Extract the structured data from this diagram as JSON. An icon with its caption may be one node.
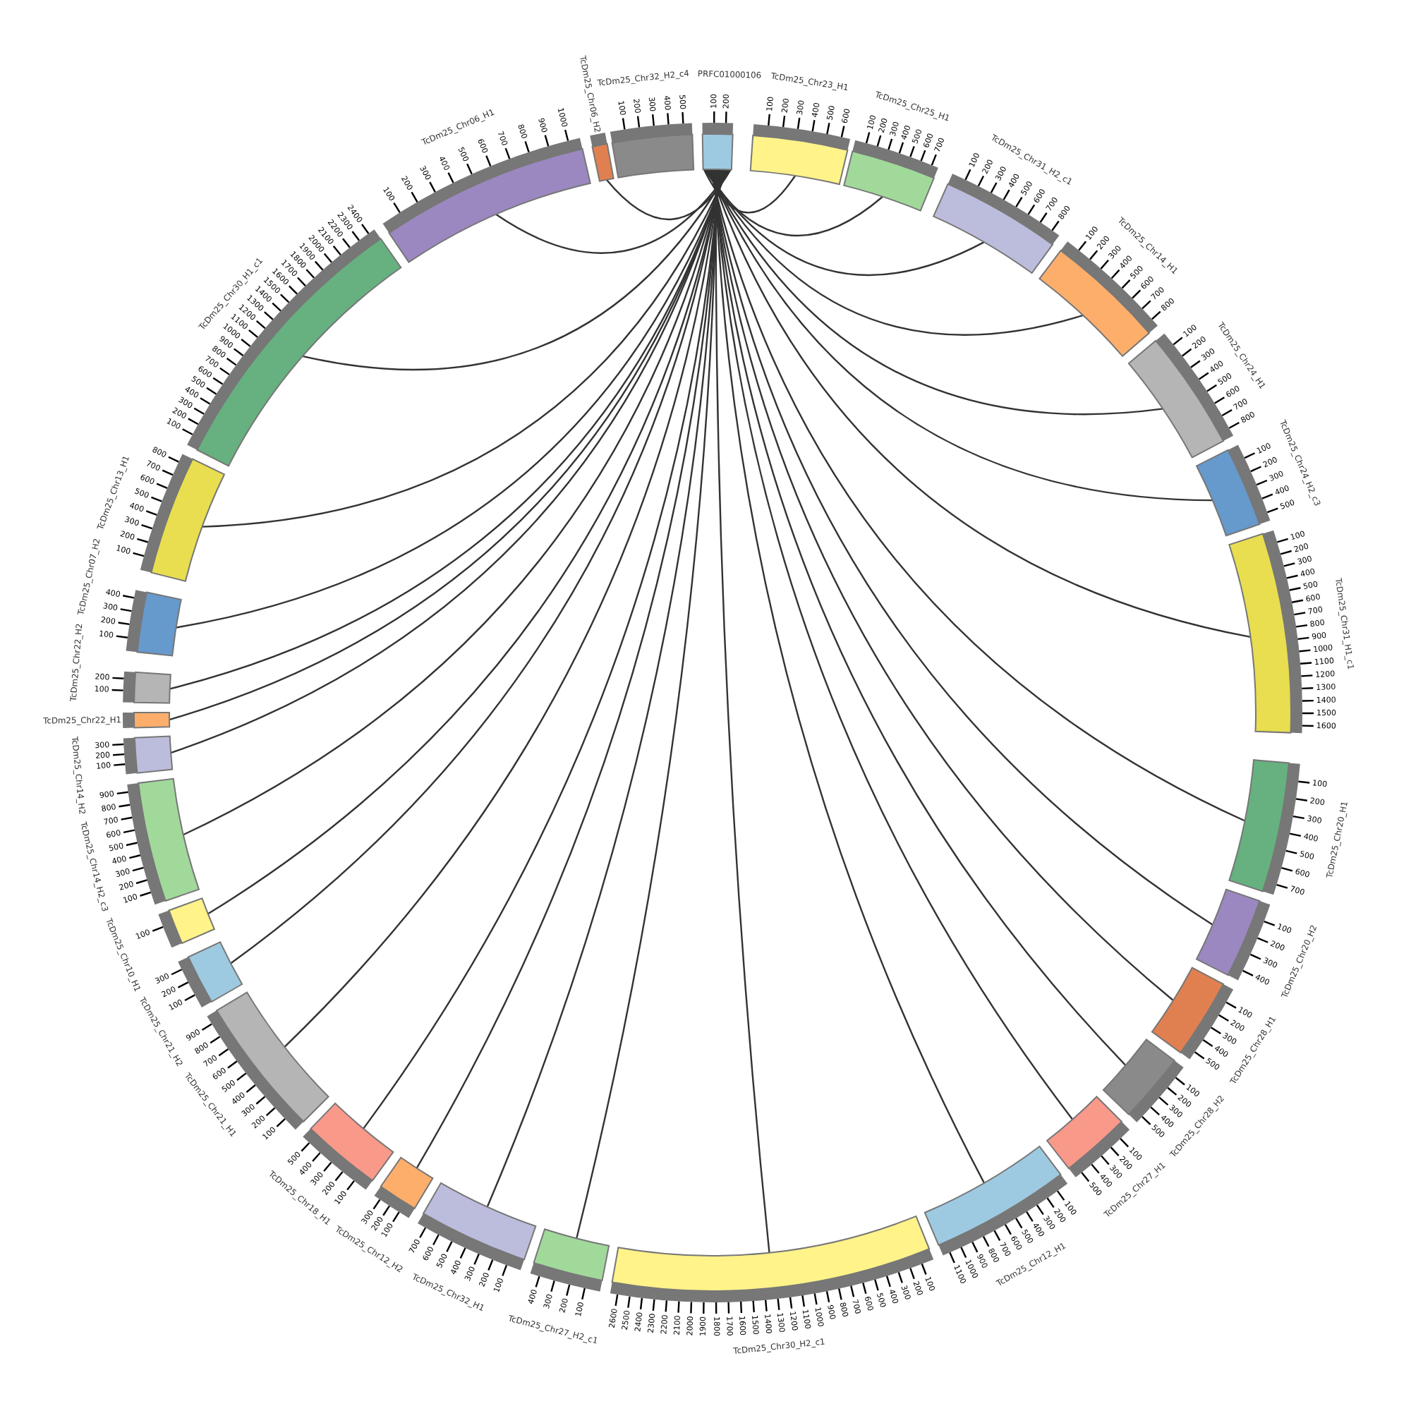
{
  "diagram": {
    "nodes": [
      {
        "text": [
          "PRFC01000106"
        ],
        "beside": [
          "100",
          "200"
        ]
      },
      {
        "text": [
          "TcDm25_Chr23_H1"
        ],
        "beside": [
          "100",
          "200",
          "300",
          "400",
          "500",
          "600"
        ]
      },
      {
        "text": [
          "TcDm25_Chr25_H1"
        ],
        "beside": [
          "100",
          "200",
          "300",
          "400",
          "500",
          "600",
          "700"
        ]
      },
      {
        "text": [
          "TcDm25_Chr31_H2_c1"
        ],
        "beside": [
          "100",
          "200",
          "300",
          "400",
          "500",
          "600",
          "700",
          "800"
        ]
      },
      {
        "text": [
          "TcDm25_Chr14_H1"
        ],
        "beside": [
          "100",
          "200",
          "300",
          "400",
          "500",
          "600",
          "700",
          "800"
        ]
      },
      {
        "text": [
          "TcDm25_Chr24_H1"
        ],
        "beside": [
          "100",
          "200",
          "300",
          "400",
          "500",
          "600",
          "700",
          "800"
        ]
      },
      {
        "text": [
          "TcDm25_Chr24_H2_c3"
        ],
        "beside": [
          "100",
          "200",
          "300",
          "400",
          "500"
        ]
      },
      {
        "text": [
          "TcDm25_Chr31_H1_c1"
        ],
        "beside": [
          "100",
          "200",
          "300",
          "400",
          "500",
          "600",
          "700",
          "800",
          "900",
          "1000",
          "1100",
          "1200",
          "1300",
          "1400",
          "1500",
          "1600"
        ]
      },
      {
        "text": [
          "TcDm25_Chr20_H1"
        ],
        "beside": [
          "100",
          "200",
          "300",
          "400",
          "500",
          "600",
          "700"
        ]
      },
      {
        "text": [
          "TcDm25_Chr20_H2"
        ],
        "beside": [
          "100",
          "200",
          "300",
          "400"
        ]
      },
      {
        "text": [
          "TcDm25_Chr28_H1"
        ],
        "beside": [
          "100",
          "200",
          "300",
          "400",
          "500"
        ]
      },
      {
        "text": [
          "TcDm25_Chr28_H2"
        ],
        "beside": [
          "100",
          "200",
          "300",
          "400",
          "500"
        ]
      },
      {
        "text": [
          "TcDm25_Chr27_H1"
        ],
        "beside": [
          "100",
          "200",
          "300",
          "400",
          "500"
        ]
      },
      {
        "text": [
          "TcDm25_Chr12_H1"
        ],
        "beside": [
          "100",
          "200",
          "300",
          "400",
          "500",
          "600",
          "700",
          "800",
          "900",
          "1000",
          "1100"
        ]
      },
      {
        "text": [
          "TcDm25_Chr30_H2_c1"
        ],
        "beside": [
          "100",
          "200",
          "300",
          "400",
          "500",
          "600",
          "700",
          "800",
          "900",
          "1000",
          "1100",
          "1200",
          "1300",
          "1400",
          "1500",
          "1600",
          "1700",
          "1800",
          "1900",
          "2000",
          "2100",
          "2200",
          "2300",
          "2400",
          "2500",
          "2600"
        ]
      },
      {
        "text": [
          "TcDm25_Chr27_H2_c1"
        ],
        "beside": [
          "100",
          "200",
          "300",
          "400"
        ]
      },
      {
        "text": [
          "TcDm25_Chr32_H1"
        ],
        "beside": [
          "100",
          "200",
          "300",
          "400",
          "500",
          "600",
          "700"
        ]
      },
      {
        "text": [
          "TcDm25_Chr12_H2"
        ],
        "beside": [
          "100",
          "200",
          "300"
        ]
      },
      {
        "text": [
          "TcDm25_Chr18_H1"
        ],
        "beside": [
          "100",
          "200",
          "300",
          "400",
          "500"
        ]
      },
      {
        "text": [
          "TcDm25_Chr21_H1"
        ],
        "beside": [
          "100",
          "200",
          "300",
          "400",
          "500",
          "600",
          "700",
          "800",
          "900"
        ]
      },
      {
        "text": [
          "TcDm25_Chr21_H2"
        ],
        "beside": [
          "100",
          "200",
          "300"
        ]
      },
      {
        "text": [
          "TcDm25_Chr10_H1"
        ],
        "beside": [
          "100"
        ]
      },
      {
        "text": [
          "TcDm25_Chr14_H2_c3"
        ],
        "beside": [
          "100",
          "200",
          "300",
          "400",
          "500",
          "600",
          "700",
          "800",
          "900"
        ]
      },
      {
        "text": [
          "TcDm25_Chr14_H2"
        ],
        "beside": [
          "100",
          "200",
          "300"
        ]
      },
      {
        "text": [
          "TcDm25_Chr22_H1"
        ]
      },
      {
        "text": [
          "TcDm25_Chr22_H2"
        ],
        "beside": [
          "100",
          "200"
        ]
      },
      {
        "text": [
          "TcDm25_Chr07_H2"
        ],
        "beside": [
          "100",
          "200",
          "300",
          "400"
        ]
      },
      {
        "text": [
          "TcDm25_Chr13_H1"
        ],
        "beside": [
          "100",
          "200",
          "300",
          "400",
          "500",
          "600",
          "700",
          "800"
        ]
      },
      {
        "text": [
          "TcDm25_Chr30_H1_c1"
        ],
        "beside": [
          "100",
          "200",
          "300",
          "400",
          "500",
          "600",
          "700",
          "800",
          "900",
          "1000",
          "1100",
          "1200",
          "1300",
          "1400",
          "1500",
          "1600",
          "1700",
          "1800",
          "1900",
          "2000",
          "2100",
          "2200",
          "2300",
          "2400"
        ]
      },
      {
        "text": [
          "TcDm25_Chr06_H1"
        ],
        "beside": [
          "100",
          "200",
          "300",
          "400",
          "500",
          "600",
          "700",
          "800",
          "900",
          "1000"
        ]
      },
      {
        "text": [
          "TcDm25_Chr06_H2"
        ]
      },
      {
        "text": [
          "TcDm25_Chr32_H2_c4"
        ],
        "beside": [
          "100",
          "200",
          "300",
          "400",
          "500"
        ]
      }
    ],
    "edges": [
      {
        "from": 0,
        "to": 1,
        "arrow": "none"
      },
      {
        "from": 0,
        "to": 2,
        "arrow": "none"
      },
      {
        "from": 0,
        "to": 3,
        "arrow": "none"
      },
      {
        "from": 0,
        "to": 4,
        "arrow": "none"
      },
      {
        "from": 0,
        "to": 5,
        "arrow": "none"
      },
      {
        "from": 0,
        "to": 6,
        "arrow": "none"
      },
      {
        "from": 0,
        "to": 7,
        "arrow": "none"
      },
      {
        "from": 0,
        "to": 8,
        "arrow": "none"
      },
      {
        "from": 0,
        "to": 9,
        "arrow": "none"
      },
      {
        "from": 0,
        "to": 10,
        "arrow": "none"
      },
      {
        "from": 0,
        "to": 11,
        "arrow": "none"
      },
      {
        "from": 0,
        "to": 12,
        "arrow": "none"
      },
      {
        "from": 0,
        "to": 13,
        "arrow": "none"
      },
      {
        "from": 0,
        "to": 14,
        "arrow": "none"
      },
      {
        "from": 0,
        "to": 15,
        "arrow": "none"
      },
      {
        "from": 0,
        "to": 16,
        "arrow": "none"
      },
      {
        "from": 0,
        "to": 17,
        "arrow": "none"
      },
      {
        "from": 0,
        "to": 18,
        "arrow": "none"
      },
      {
        "from": 0,
        "to": 19,
        "arrow": "none"
      },
      {
        "from": 0,
        "to": 20,
        "arrow": "none"
      },
      {
        "from": 0,
        "to": 21,
        "arrow": "none"
      },
      {
        "from": 0,
        "to": 22,
        "arrow": "none"
      },
      {
        "from": 0,
        "to": 23,
        "arrow": "none"
      },
      {
        "from": 0,
        "to": 24,
        "arrow": "none"
      },
      {
        "from": 0,
        "to": 25,
        "arrow": "none"
      },
      {
        "from": 0,
        "to": 26,
        "arrow": "none"
      },
      {
        "from": 0,
        "to": 27,
        "arrow": "none"
      },
      {
        "from": 0,
        "to": 28,
        "arrow": "none"
      },
      {
        "from": 0,
        "to": 29,
        "arrow": "none"
      },
      {
        "from": 0,
        "to": 30,
        "arrow": "none"
      }
    ]
  }
}
